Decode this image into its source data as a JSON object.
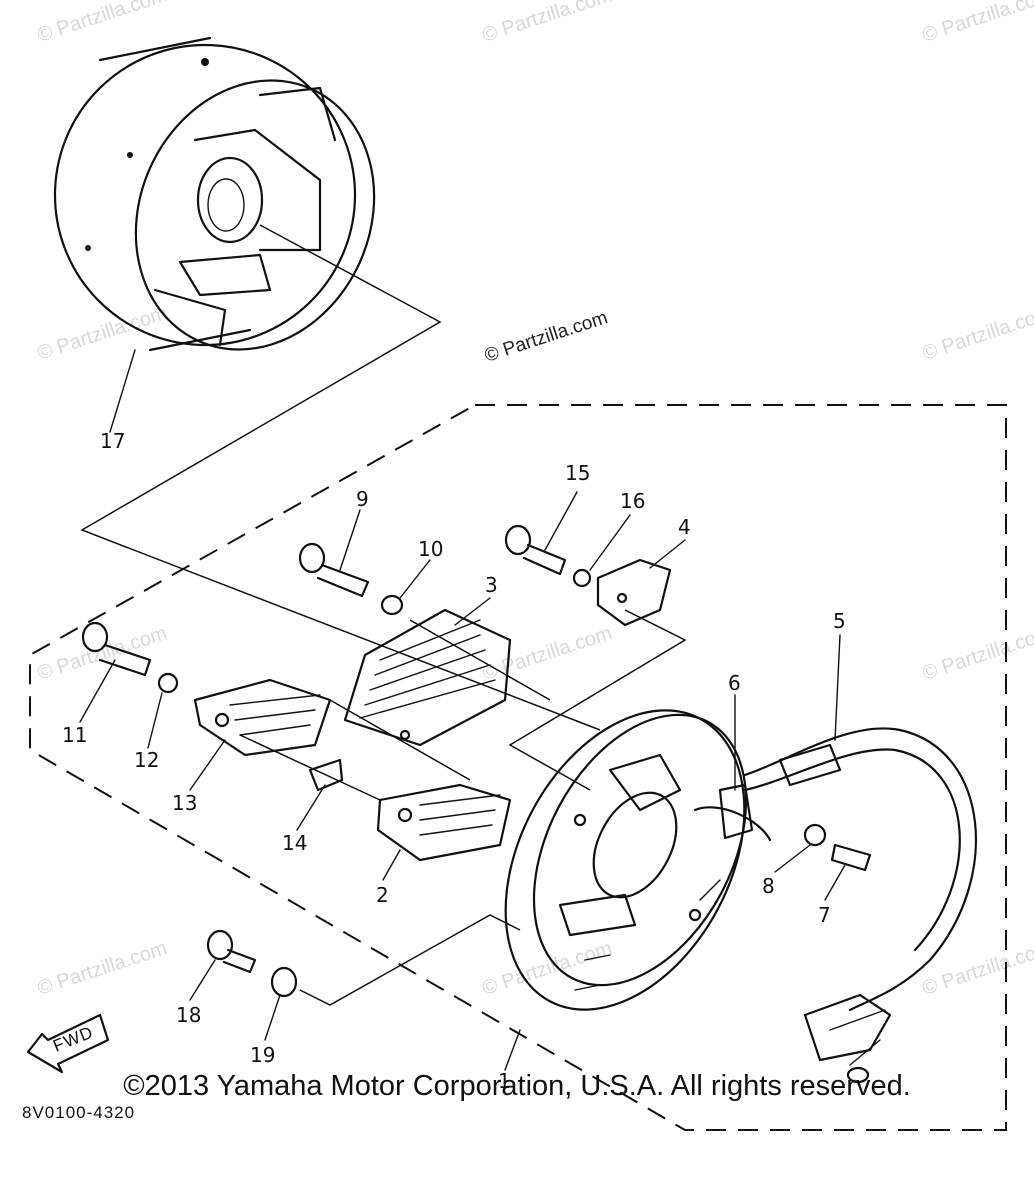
{
  "diagram": {
    "reference_code": "8V0100-4320",
    "fwd_label": "FWD",
    "watermark": "© Partzilla.com",
    "watermark_repeat": "© Partzilla.com",
    "copyright": "©2013  Yamaha Motor Corporation, U.S.A. All rights reserved."
  },
  "callouts": [
    {
      "id": "1",
      "text": "1"
    },
    {
      "id": "2",
      "text": "2"
    },
    {
      "id": "3",
      "text": "3"
    },
    {
      "id": "4",
      "text": "4"
    },
    {
      "id": "5",
      "text": "5"
    },
    {
      "id": "6",
      "text": "6"
    },
    {
      "id": "7",
      "text": "7"
    },
    {
      "id": "8",
      "text": "8"
    },
    {
      "id": "9",
      "text": "9"
    },
    {
      "id": "10",
      "text": "10"
    },
    {
      "id": "11",
      "text": "11"
    },
    {
      "id": "12",
      "text": "12"
    },
    {
      "id": "13",
      "text": "13"
    },
    {
      "id": "14",
      "text": "14"
    },
    {
      "id": "15",
      "text": "15"
    },
    {
      "id": "16",
      "text": "16"
    },
    {
      "id": "17",
      "text": "17"
    },
    {
      "id": "18",
      "text": "18"
    },
    {
      "id": "19",
      "text": "19"
    }
  ]
}
